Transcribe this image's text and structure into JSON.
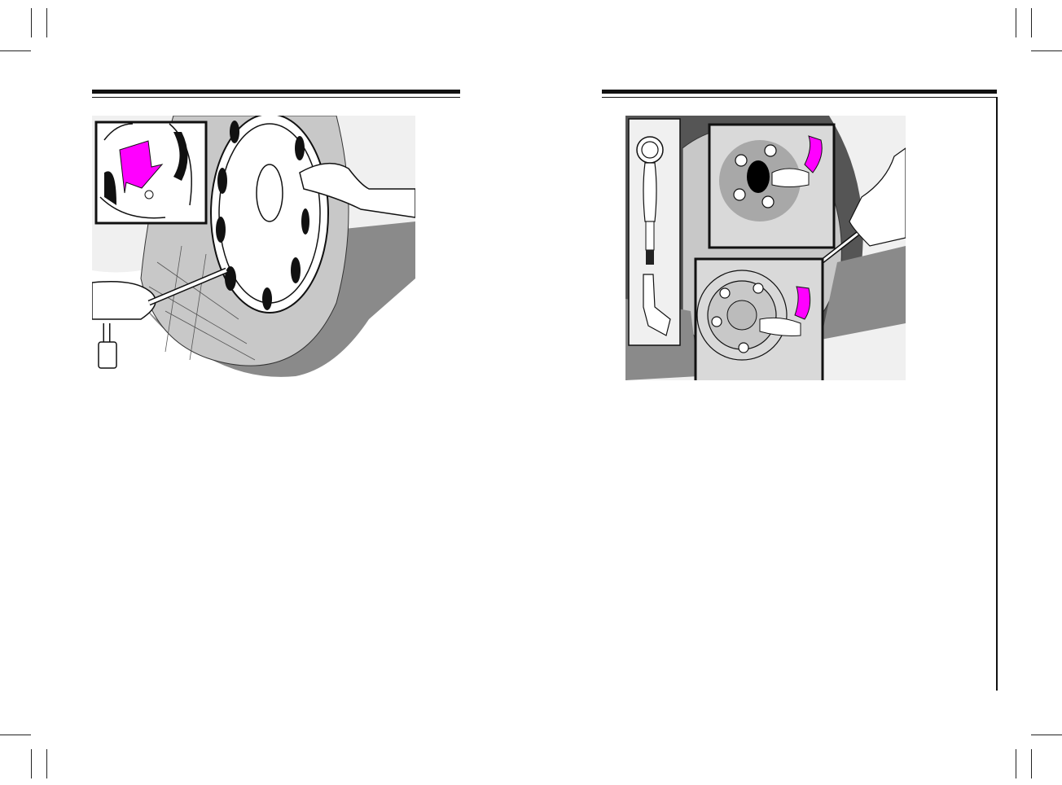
{
  "page": {
    "colors": {
      "rule": "#111111",
      "highlight_arrow": "#ff00ff",
      "shadow_gray": "#8a8a8a",
      "tyre_gray": "#c8c8c8",
      "background_light": "#f0f0f0"
    },
    "left_figure": {
      "content": "illustration",
      "icons": [
        "hub-cap-removal-illustration",
        "arrow-down-icon",
        "wheel-wrench-illustration"
      ]
    },
    "right_figure": {
      "content": "illustration",
      "icons": [
        "wheel-nut-wrench-illustration",
        "rotate-arrow-icon",
        "rotate-arrow-icon",
        "wrench-tool-illustration"
      ]
    }
  }
}
